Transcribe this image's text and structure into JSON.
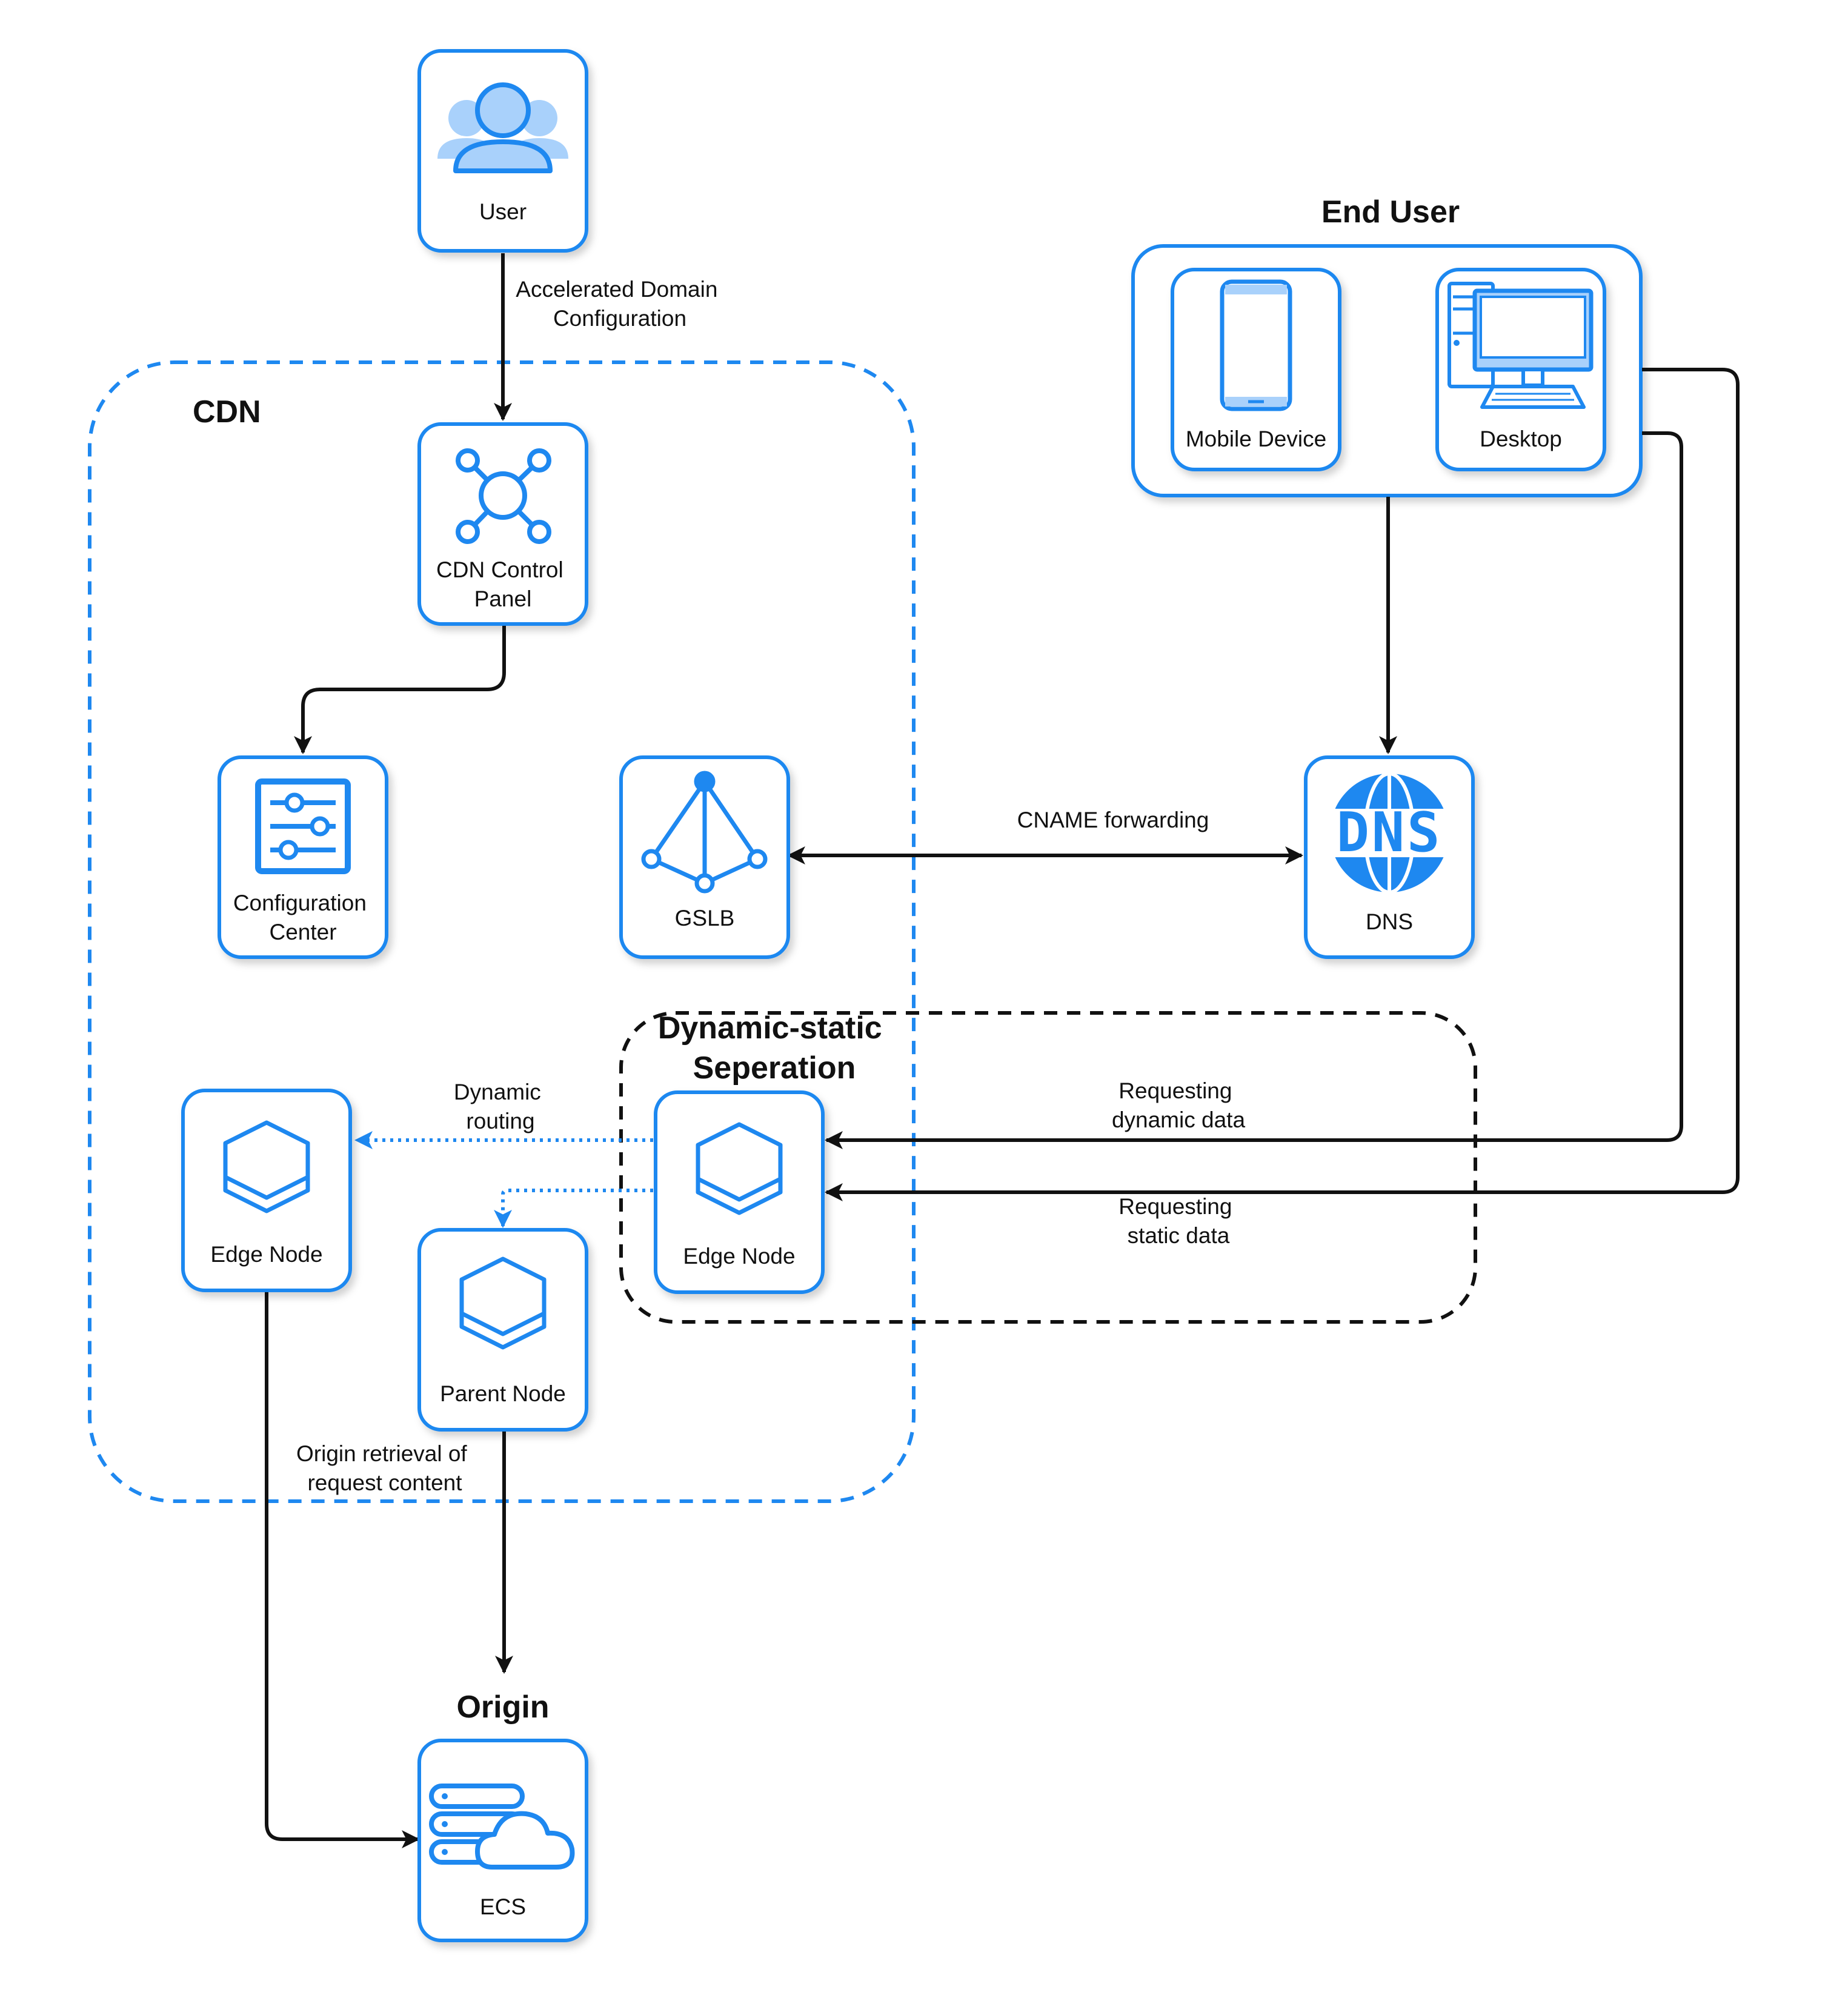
{
  "colors": {
    "accent": "#1e88f0",
    "accent_light": "#a9d1fb",
    "ink": "#111111"
  },
  "groups": {
    "cdn": {
      "title": "CDN"
    },
    "end_user": {
      "title": "End User"
    },
    "dynamic_static": {
      "title_line1": "Dynamic-static",
      "title_line2": "Seperation"
    },
    "origin": {
      "title": "Origin"
    }
  },
  "nodes": {
    "user": {
      "label": "User",
      "icon": "users-icon"
    },
    "cdn_control_panel": {
      "label_line1": "CDN Control",
      "label_line2": "Panel",
      "icon": "network-hub-icon"
    },
    "configuration_center": {
      "label_line1": "Configuration",
      "label_line2": "Center",
      "icon": "sliders-icon"
    },
    "gslb": {
      "label": "GSLB",
      "icon": "load-balancer-icon"
    },
    "dns": {
      "label": "DNS",
      "icon": "dns-globe-icon",
      "icon_text": "DNS"
    },
    "mobile_device": {
      "label": "Mobile Device",
      "icon": "mobile-phone-icon"
    },
    "desktop": {
      "label": "Desktop",
      "icon": "desktop-computer-icon"
    },
    "edge_node_left": {
      "label": "Edge Node",
      "icon": "hexagon-node-icon"
    },
    "edge_node_right": {
      "label": "Edge Node",
      "icon": "hexagon-node-icon"
    },
    "parent_node": {
      "label": "Parent Node",
      "icon": "hexagon-node-icon"
    },
    "ecs": {
      "label": "ECS",
      "icon": "server-cloud-icon"
    }
  },
  "edges": {
    "accelerated_domain": {
      "line1": "Accelerated Domain",
      "line2": "Configuration"
    },
    "cname_forwarding": {
      "label": "CNAME forwarding"
    },
    "dynamic_routing": {
      "line1": "Dynamic",
      "line2": "routing"
    },
    "requesting_dynamic": {
      "line1": "Requesting",
      "line2": "dynamic data"
    },
    "requesting_static": {
      "line1": "Requesting",
      "line2": "static data"
    },
    "origin_retrieval": {
      "line1": "Origin retrieval of",
      "line2": "request content"
    }
  }
}
